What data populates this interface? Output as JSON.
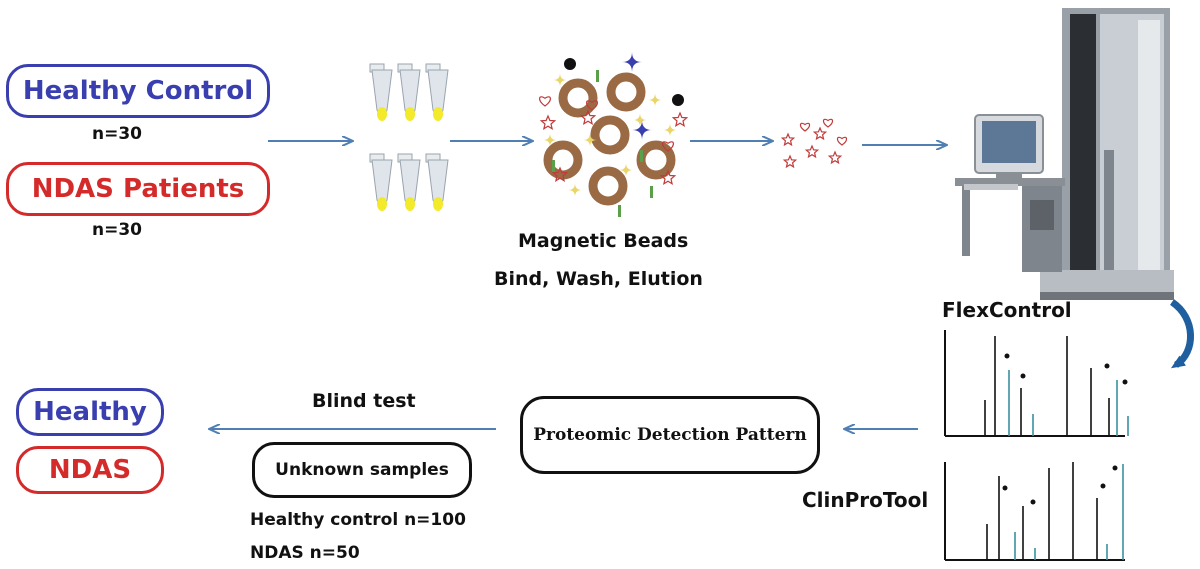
{
  "groups": {
    "healthy_label": "Healthy Control",
    "healthy_n": "n=30",
    "ndas_label": "NDAS Patients",
    "ndas_n": "n=30"
  },
  "beads": {
    "title": "Magnetic Beads",
    "steps": "Bind, Wash, Elution"
  },
  "ms": {
    "flexcontrol": "FlexControl",
    "clinprotool": "ClinProTool"
  },
  "pattern": {
    "label": "Proteomic Detection Pattern"
  },
  "blind": {
    "title": "Blind test",
    "unknown_label": "Unknown samples",
    "healthy_count": "Healthy control n=100",
    "ndas_count": "NDAS n=50"
  },
  "results": {
    "healthy": "Healthy",
    "ndas": "NDAS"
  },
  "colors": {
    "blue": "#3a3fb0",
    "red": "#d42a2a",
    "arrow": "#4f7fb3",
    "teal": "#3a8fa0"
  }
}
